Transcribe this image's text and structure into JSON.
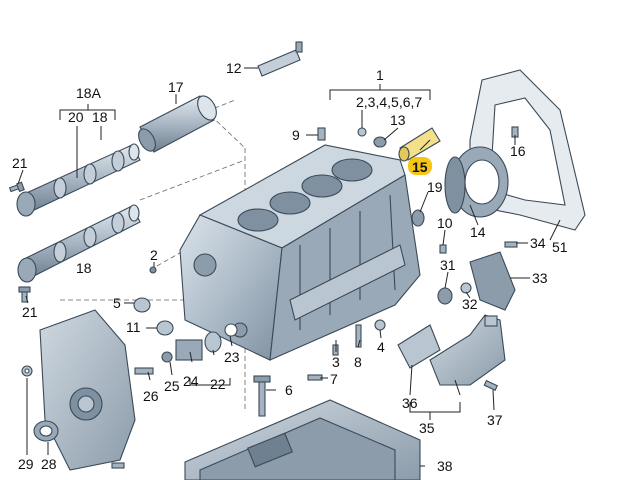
{
  "labels": {
    "l1": "1",
    "l1_sub": "2,3,4,5,6,7",
    "l2": "2",
    "l3": "3",
    "l4": "4",
    "l5": "5",
    "l6": "6",
    "l7": "7",
    "l8": "8",
    "l9": "9",
    "l10": "10",
    "l11": "11",
    "l12": "12",
    "l13": "13",
    "l14": "14",
    "l15": "15",
    "l16": "16",
    "l17": "17",
    "l18": "18",
    "l18A": "18A",
    "l19": "19",
    "l20": "20",
    "l18b": "18",
    "l21a": "21",
    "l21b": "21",
    "l22": "22",
    "l23": "23",
    "l24": "24",
    "l25": "25",
    "l26": "26",
    "l28": "28",
    "l29": "29",
    "l31": "31",
    "l32": "32",
    "l33": "33",
    "l34": "34",
    "l35": "35",
    "l36": "36",
    "l37": "37",
    "l38": "38",
    "l51": "51"
  },
  "colors": {
    "part_fill": "#b9c6d2",
    "part_dark": "#8c9cab",
    "part_light": "#dde4ea",
    "highlight_part": "#f2e08a",
    "highlight_marker": "#f5c518"
  }
}
